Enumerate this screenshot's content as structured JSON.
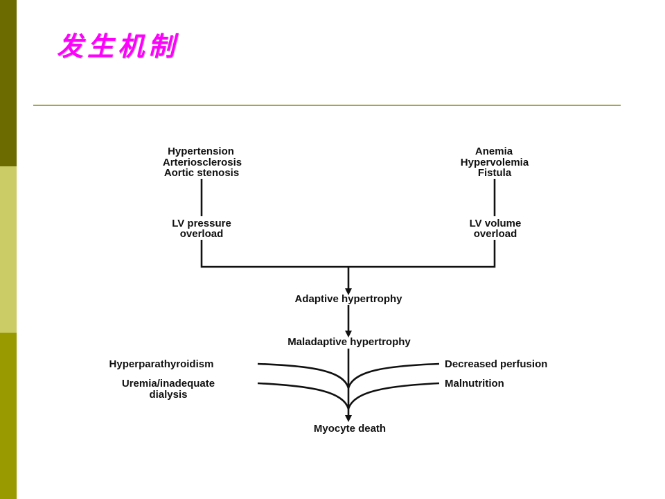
{
  "slide": {
    "title": "发生机制",
    "colors": {
      "title": "#ff00ff",
      "sidebar_top": "#6b6b00",
      "sidebar_mid": "#cccc66",
      "sidebar_bottom": "#999900",
      "rule": "#a5a54a",
      "ink": "#111111"
    }
  },
  "diagram": {
    "pressure_causes": [
      "Hypertension",
      "Arteriosclerosis",
      "Aortic stenosis"
    ],
    "volume_causes": [
      "Anemia",
      "Hypervolemia",
      "Fistula"
    ],
    "pressure_overload": [
      "LV pressure",
      "overload"
    ],
    "volume_overload": [
      "LV volume",
      "overload"
    ],
    "adaptive": "Adaptive hypertrophy",
    "maladaptive": "Maladaptive hypertrophy",
    "left_factor_1": "Hyperparathyroidism",
    "left_factor_2": [
      "Uremia/inadequate",
      "dialysis"
    ],
    "right_factor_1": "Decreased perfusion",
    "right_factor_2": "Malnutrition",
    "outcome": "Myocyte death"
  }
}
